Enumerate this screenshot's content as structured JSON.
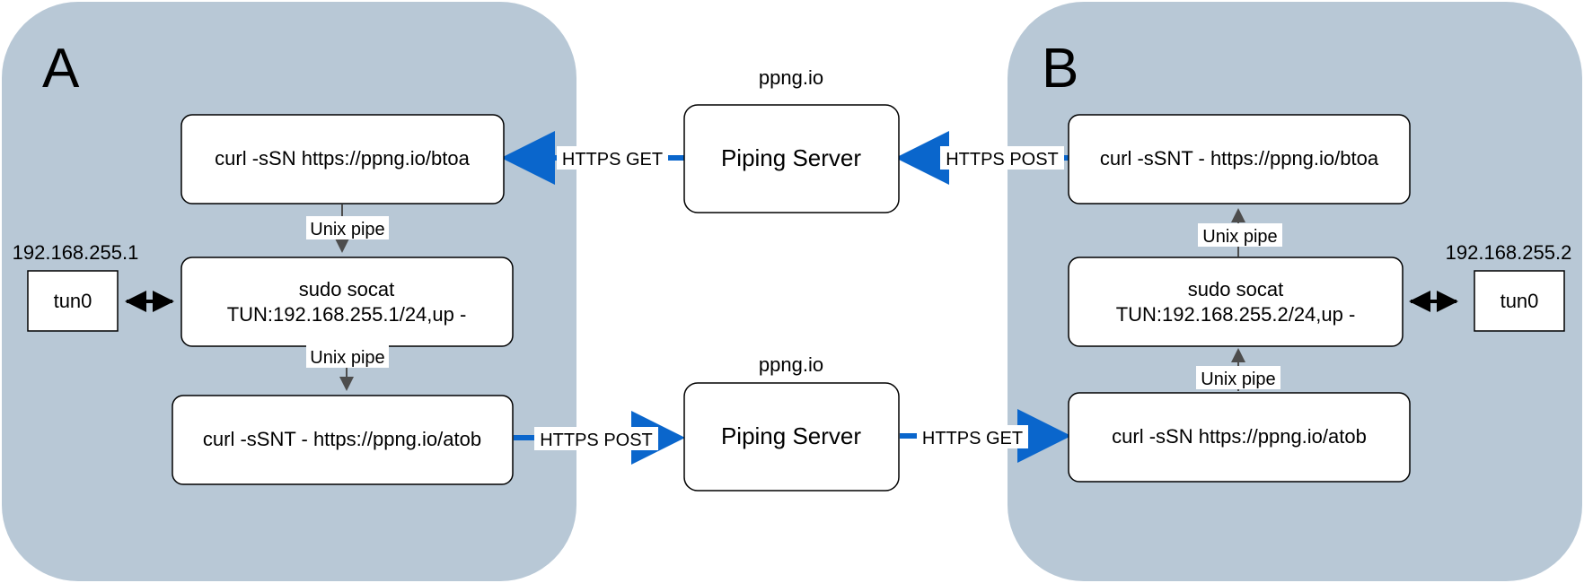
{
  "zones": {
    "a": {
      "letter": "A",
      "ip": "192.168.255.1",
      "tun": "tun0"
    },
    "b": {
      "letter": "B",
      "ip": "192.168.255.2",
      "tun": "tun0"
    }
  },
  "servers": {
    "top": {
      "host": "ppng.io",
      "label": "Piping Server"
    },
    "bottom": {
      "host": "ppng.io",
      "label": "Piping Server"
    }
  },
  "nodes": {
    "a_get": "curl -sSN https://ppng.io/btoa",
    "a_socat_line1": "sudo socat",
    "a_socat_line2": "TUN:192.168.255.1/24,up -",
    "a_post": "curl -sSNT - https://ppng.io/atob",
    "b_post": "curl -sSNT - https://ppng.io/btoa",
    "b_socat_line1": "sudo socat",
    "b_socat_line2": "TUN:192.168.255.2/24,up -",
    "b_get": "curl -sSN https://ppng.io/atob"
  },
  "edges": {
    "a_get_label": "HTTPS GET",
    "b_post_label": "HTTPS POST",
    "a_post_label": "HTTPS POST",
    "b_get_label": "HTTPS GET",
    "pipe_a1": "Unix pipe",
    "pipe_a2": "Unix pipe",
    "pipe_b1": "Unix pipe",
    "pipe_b2": "Unix pipe"
  },
  "colors": {
    "zone_fill": "#b8c8d6",
    "https_arrow": "#0a66cc",
    "pipe_arrow": "#4d4d4d",
    "tun_arrow": "#000000"
  }
}
